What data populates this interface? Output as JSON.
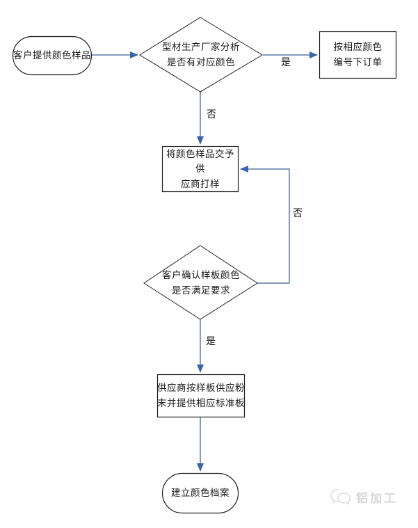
{
  "nodes": {
    "start": {
      "type": "terminator",
      "label": "客户提供颜色样品"
    },
    "decision1": {
      "type": "decision",
      "label": "型材生产厂家分析\n是否有对应颜色"
    },
    "order": {
      "type": "process",
      "label": "按相应颜色\n编号下订单"
    },
    "sample": {
      "type": "process",
      "label": "将颜色样品交予供\n应商打样"
    },
    "decision2": {
      "type": "decision",
      "label": "客户确认样板颜色\n是否满足要求"
    },
    "supply": {
      "type": "process",
      "label": "供应商按样板供应粉\n末并提供相应标准板"
    },
    "end": {
      "type": "terminator",
      "label": "建立颜色档案"
    }
  },
  "edge_labels": {
    "decision1_yes": "是",
    "decision1_no": "否",
    "decision2_no": "否",
    "decision2_yes": "是"
  },
  "watermark": {
    "text": "铝加工"
  },
  "colors": {
    "background": "#ffffff",
    "shape_border": "#1f1f1f",
    "text": "#1a1a1a",
    "connector_line": "#5b79a5",
    "arrowhead": "#3a63a8",
    "watermark": "#d7d7d7"
  }
}
